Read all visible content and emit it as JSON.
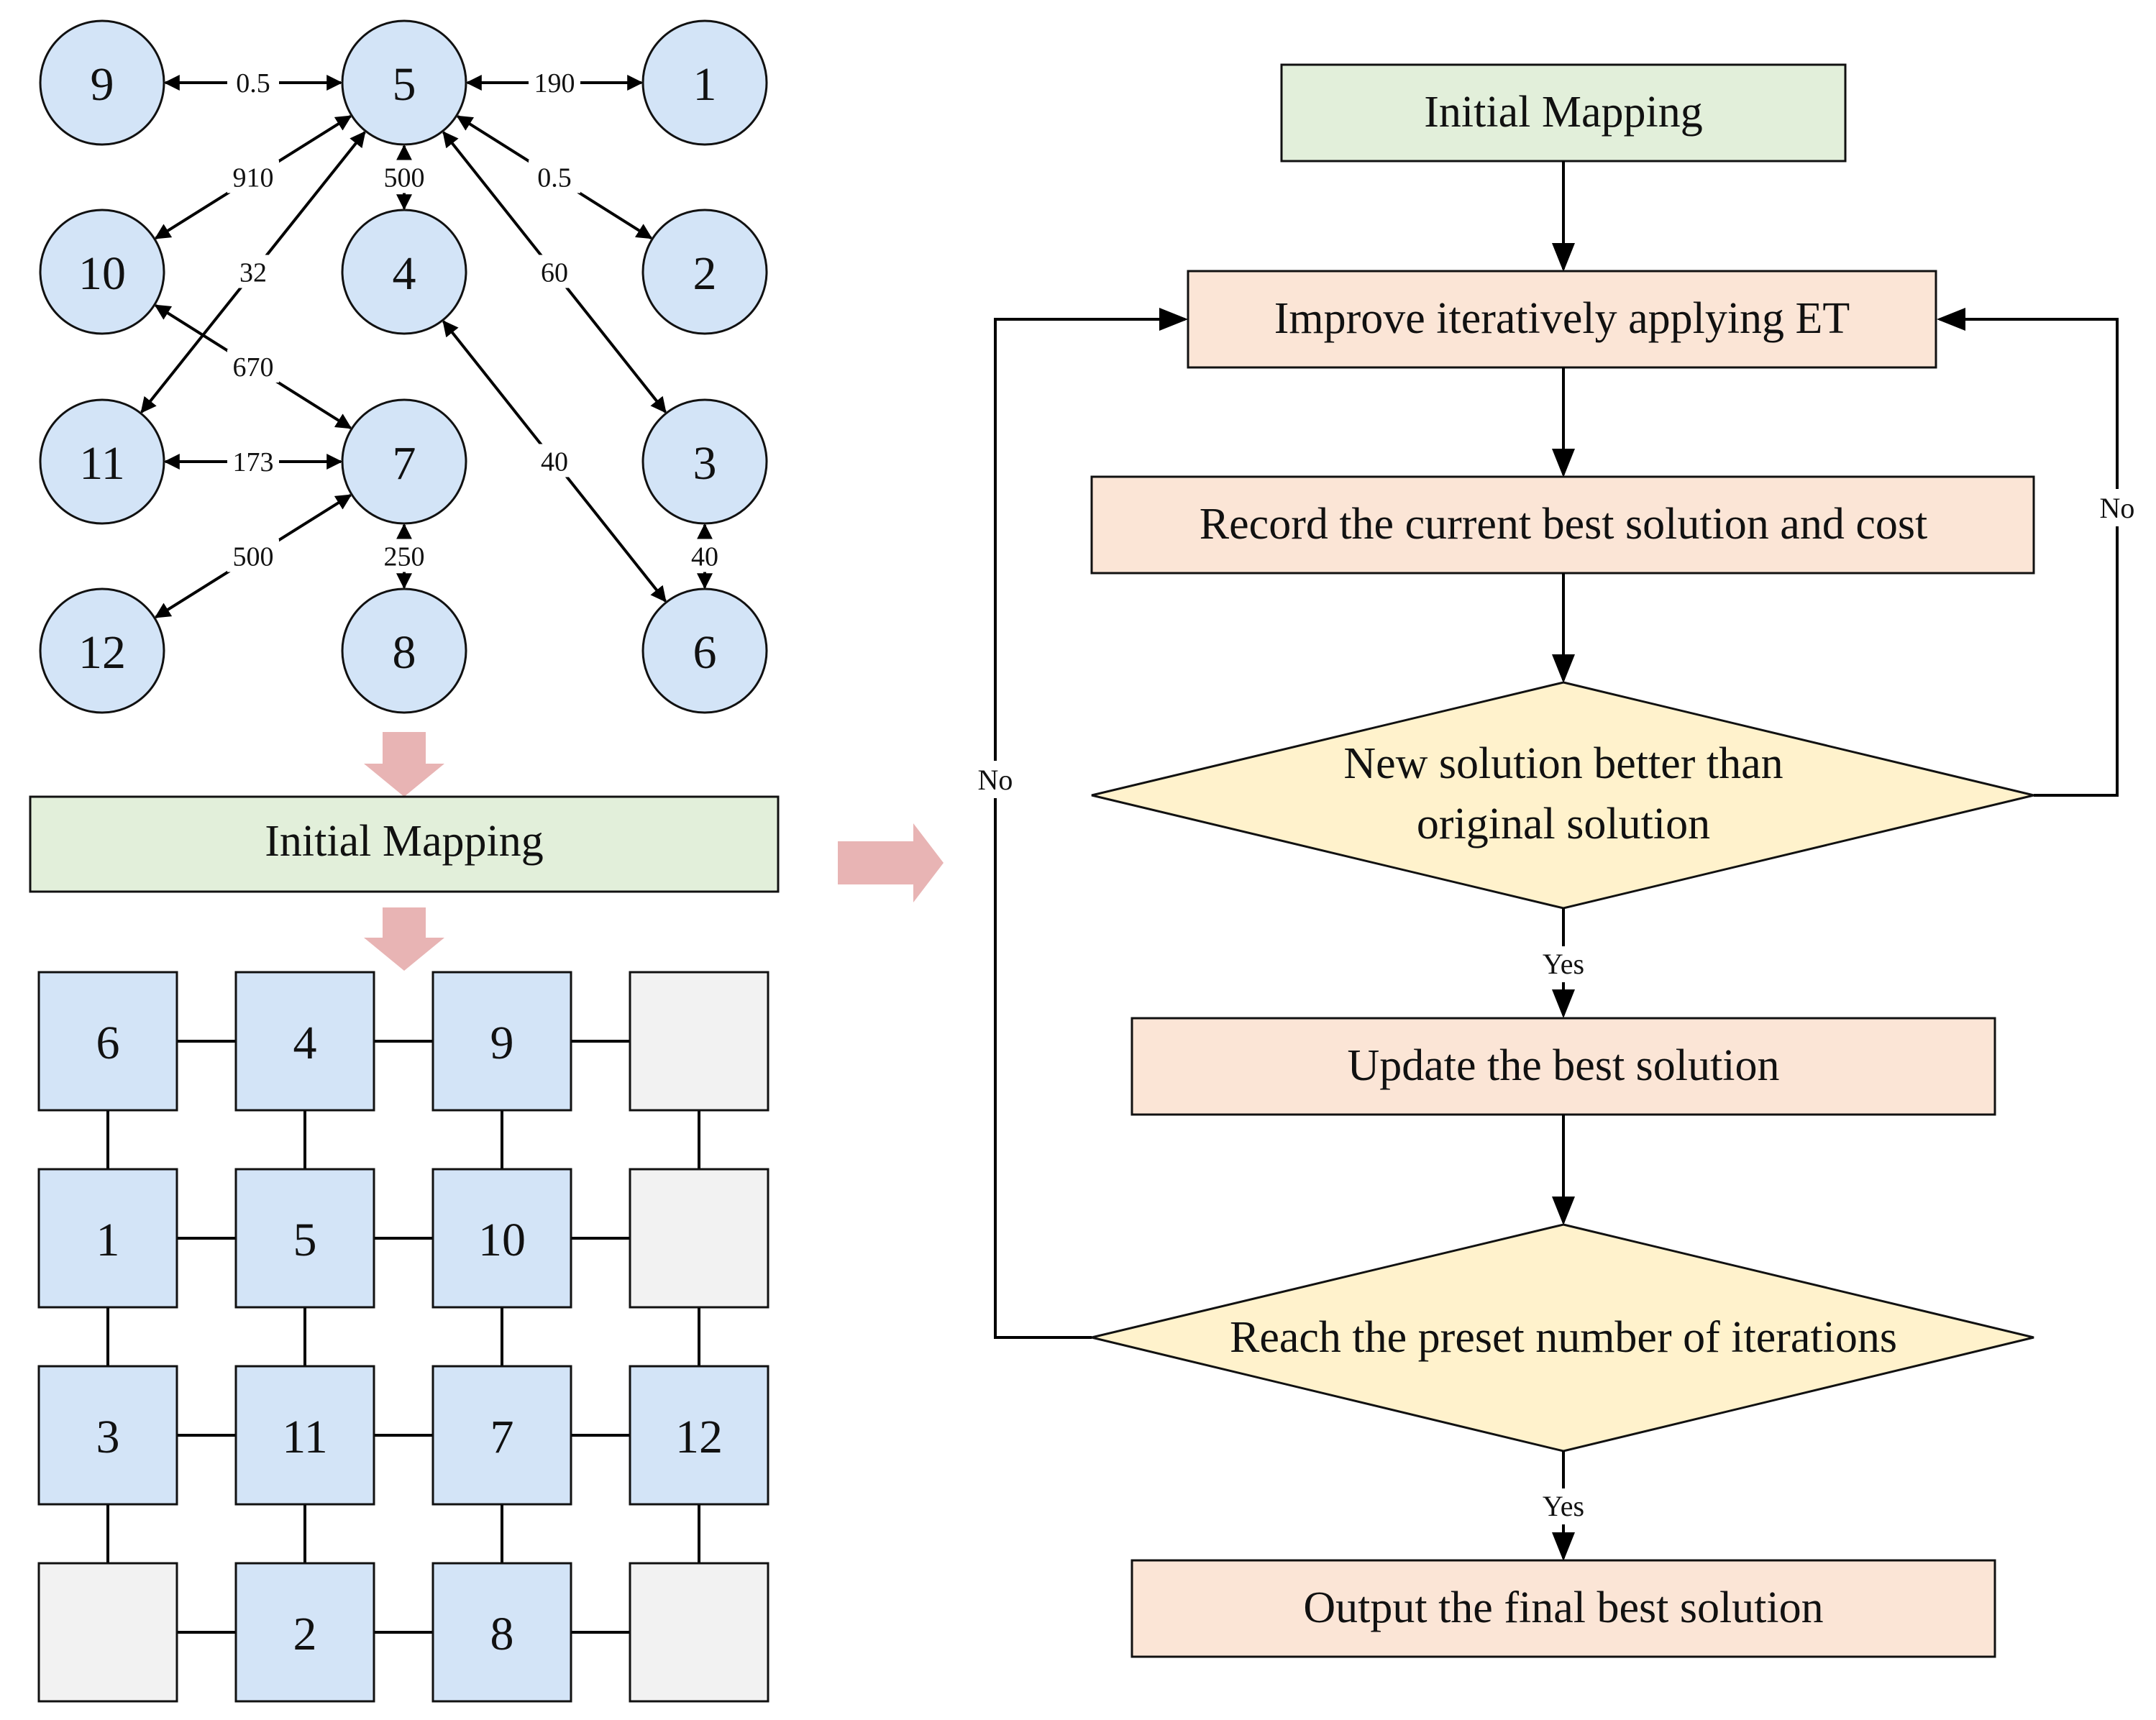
{
  "graph": {
    "nodes": [
      {
        "id": "9",
        "label": "9"
      },
      {
        "id": "5",
        "label": "5"
      },
      {
        "id": "1",
        "label": "1"
      },
      {
        "id": "10",
        "label": "10"
      },
      {
        "id": "4",
        "label": "4"
      },
      {
        "id": "2",
        "label": "2"
      },
      {
        "id": "11",
        "label": "11"
      },
      {
        "id": "7",
        "label": "7"
      },
      {
        "id": "3",
        "label": "3"
      },
      {
        "id": "12",
        "label": "12"
      },
      {
        "id": "8",
        "label": "8"
      },
      {
        "id": "6",
        "label": "6"
      }
    ],
    "edges": [
      {
        "from": "9",
        "to": "5",
        "label": "0.5"
      },
      {
        "from": "5",
        "to": "1",
        "label": "190"
      },
      {
        "from": "5",
        "to": "10",
        "label": "910"
      },
      {
        "from": "5",
        "to": "4",
        "label": "500"
      },
      {
        "from": "5",
        "to": "2",
        "label": "0.5"
      },
      {
        "from": "5",
        "to": "11",
        "label": "32"
      },
      {
        "from": "5",
        "to": "3",
        "label": "60"
      },
      {
        "from": "10",
        "to": "7",
        "label": "670"
      },
      {
        "from": "11",
        "to": "7",
        "label": "173"
      },
      {
        "from": "4",
        "to": "6",
        "label": "40"
      },
      {
        "from": "7",
        "to": "12",
        "label": "500"
      },
      {
        "from": "7",
        "to": "8",
        "label": "250"
      },
      {
        "from": "3",
        "to": "6",
        "label": "40"
      }
    ]
  },
  "left_mapping_label": "Initial Mapping",
  "mesh": {
    "rows": [
      [
        "6",
        "4",
        "9",
        ""
      ],
      [
        "1",
        "5",
        "10",
        ""
      ],
      [
        "3",
        "11",
        "7",
        "12"
      ],
      [
        "",
        "2",
        "8",
        ""
      ]
    ]
  },
  "flowchart": {
    "start": "Initial Mapping",
    "improve": "Improve iteratively applying ET",
    "record": "Record the current best solution and cost",
    "decision1_line1": "New solution better than",
    "decision1_line2": "original solution",
    "update": "Update the best solution",
    "decision2": "Reach the preset number of iterations",
    "output": "Output the final best solution",
    "yes_label_1": "Yes",
    "yes_label_2": "Yes",
    "no_label_right": "No",
    "no_label_left": "No"
  },
  "colors": {
    "node_fill": "#d3e4f7",
    "mapping_fill": "#e2efda",
    "process_fill": "#fbe5d6",
    "decision_fill": "#fff2cc",
    "empty_cell_fill": "#f2f2f2",
    "block_arrow": "#e8b4b4"
  }
}
